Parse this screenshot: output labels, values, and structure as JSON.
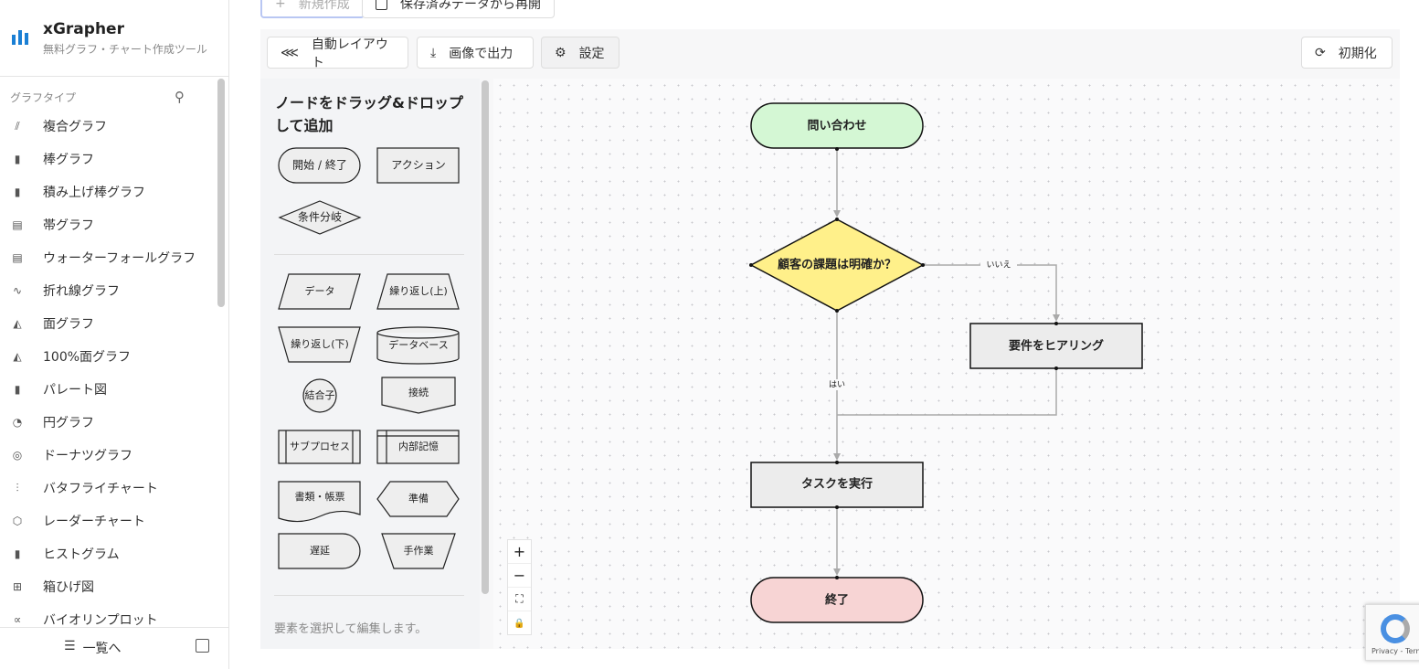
{
  "app": {
    "title": "xGrapher",
    "subtitle": "無料グラフ・チャート作成ツール",
    "accent": "#1a7fd4"
  },
  "sidebar": {
    "heading": "グラフタイプ",
    "items": [
      {
        "label": "複合グラフ",
        "icon": "combo-chart-icon"
      },
      {
        "label": "棒グラフ",
        "icon": "bar-chart-icon"
      },
      {
        "label": "積み上げ棒グラフ",
        "icon": "stacked-bar-icon"
      },
      {
        "label": "帯グラフ",
        "icon": "band-chart-icon"
      },
      {
        "label": "ウォーターフォールグラフ",
        "icon": "waterfall-icon"
      },
      {
        "label": "折れ線グラフ",
        "icon": "line-chart-icon"
      },
      {
        "label": "面グラフ",
        "icon": "area-chart-icon"
      },
      {
        "label": "100%面グラフ",
        "icon": "area-100-icon"
      },
      {
        "label": "パレート図",
        "icon": "pareto-icon"
      },
      {
        "label": "円グラフ",
        "icon": "pie-chart-icon"
      },
      {
        "label": "ドーナツグラフ",
        "icon": "donut-icon"
      },
      {
        "label": "バタフライチャート",
        "icon": "butterfly-icon"
      },
      {
        "label": "レーダーチャート",
        "icon": "radar-icon"
      },
      {
        "label": "ヒストグラム",
        "icon": "histogram-icon"
      },
      {
        "label": "箱ひげ図",
        "icon": "boxplot-icon"
      },
      {
        "label": "バイオリンプロット",
        "icon": "violin-icon"
      }
    ],
    "footer": {
      "list_label": "一覧へ"
    }
  },
  "top": {
    "new_label": "新規作成",
    "resume_label": "保存済みデータから再開"
  },
  "toolbar": {
    "auto_layout": "自動レイアウト",
    "export": "画像で出力",
    "settings": "設定",
    "reset": "初期化"
  },
  "palette": {
    "title": "ノードをドラッグ&ドロップして追加",
    "basic": [
      "開始 / 終了",
      "アクション",
      "条件分岐"
    ],
    "extra": [
      "データ",
      "繰り返し(上)",
      "繰り返し(下)",
      "データベース",
      "結合子",
      "接続",
      "サブプロセス",
      "内部記憶",
      "書類・帳票",
      "準備",
      "遅延",
      "手作業"
    ],
    "hint": "要素を選択して編集します。"
  },
  "flow": {
    "nodes": {
      "start": "問い合わせ",
      "decision": "顧客の課題は明確か？",
      "hearing": "要件をヒアリング",
      "task": "タスクを実行",
      "end": "終了"
    },
    "edges": {
      "no": "いいえ",
      "yes": "はい"
    },
    "colors": {
      "start": "#d4f7d4",
      "decision": "#fff08a",
      "process": "#ececec",
      "end": "#f7d4d4"
    }
  },
  "zoom_controls": [
    "+",
    "−",
    "⛶",
    "🔒"
  ]
}
